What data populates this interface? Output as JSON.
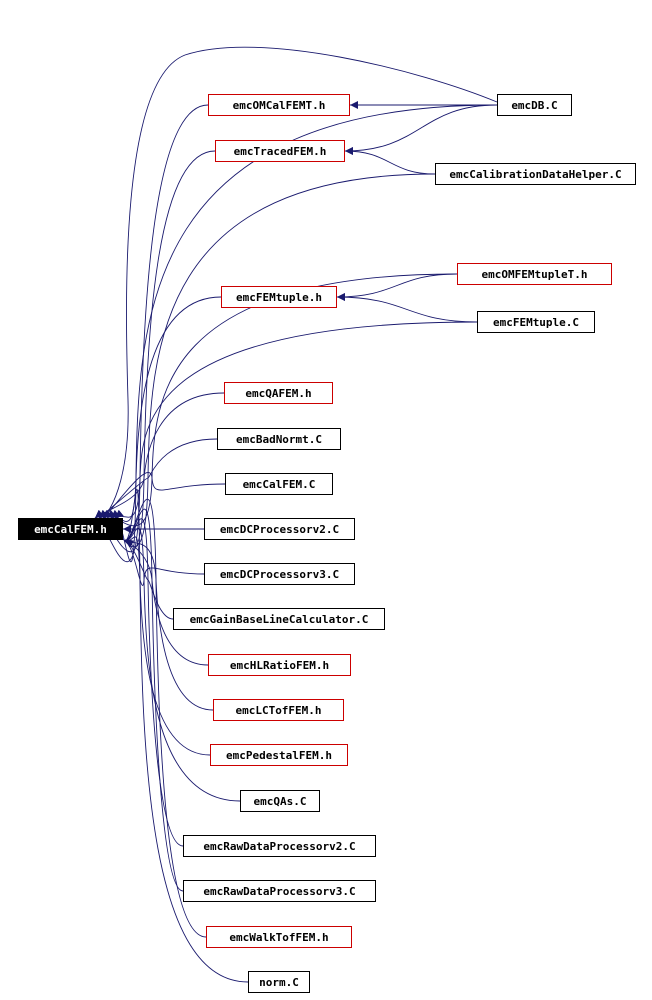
{
  "colors": {
    "edge": "#1a1a6e",
    "box": "#000000",
    "boxRed": "#cc0000",
    "root": "#000000",
    "rootText": "#ffffff"
  },
  "nodes": {
    "emcCalFEM_h": {
      "label": "emcCalFEM.h",
      "kind": "root"
    },
    "emcOMCalFEMT_h": {
      "label": "emcOMCalFEMT.h",
      "kind": "red"
    },
    "emcDB_C": {
      "label": "emcDB.C",
      "kind": "black"
    },
    "emcTracedFEM_h": {
      "label": "emcTracedFEM.h",
      "kind": "red"
    },
    "emcCalibrationDataHelper_C": {
      "label": "emcCalibrationDataHelper.C",
      "kind": "black"
    },
    "emcOMFEMtupleT_h": {
      "label": "emcOMFEMtupleT.h",
      "kind": "red"
    },
    "emcFEMtuple_h": {
      "label": "emcFEMtuple.h",
      "kind": "red"
    },
    "emcFEMtuple_C": {
      "label": "emcFEMtuple.C",
      "kind": "black"
    },
    "emcQAFEM_h": {
      "label": "emcQAFEM.h",
      "kind": "red"
    },
    "emcBadNormt_C": {
      "label": "emcBadNormt.C",
      "kind": "black"
    },
    "emcCalFEM_C": {
      "label": "emcCalFEM.C",
      "kind": "black"
    },
    "emcDCProcessorv2_C": {
      "label": "emcDCProcessorv2.C",
      "kind": "black"
    },
    "emcDCProcessorv3_C": {
      "label": "emcDCProcessorv3.C",
      "kind": "black"
    },
    "emcGainBaseLineCalculator_C": {
      "label": "emcGainBaseLineCalculator.C",
      "kind": "black"
    },
    "emcHLRatioFEM_h": {
      "label": "emcHLRatioFEM.h",
      "kind": "red"
    },
    "emcLCTofFEM_h": {
      "label": "emcLCTofFEM.h",
      "kind": "red"
    },
    "emcPedestalFEM_h": {
      "label": "emcPedestalFEM.h",
      "kind": "red"
    },
    "emcQAs_C": {
      "label": "emcQAs.C",
      "kind": "black"
    },
    "emcRawDataProcessorv2_C": {
      "label": "emcRawDataProcessorv2.C",
      "kind": "black"
    },
    "emcRawDataProcessorv3_C": {
      "label": "emcRawDataProcessorv3.C",
      "kind": "black"
    },
    "emcWalkTofFEM_h": {
      "label": "emcWalkTofFEM.h",
      "kind": "red"
    },
    "norm_C": {
      "label": "norm.C",
      "kind": "black"
    }
  },
  "edges": [
    [
      "emcDB_C",
      "emcOMCalFEMT_h"
    ],
    [
      "emcDB_C",
      "emcTracedFEM_h"
    ],
    [
      "emcCalibrationDataHelper_C",
      "emcTracedFEM_h"
    ],
    [
      "emcOMFEMtupleT_h",
      "emcFEMtuple_h"
    ],
    [
      "emcFEMtuple_C",
      "emcFEMtuple_h"
    ],
    [
      "emcDB_C",
      "emcCalFEM_h"
    ],
    [
      "emcOMCalFEMT_h",
      "emcCalFEM_h"
    ],
    [
      "emcTracedFEM_h",
      "emcCalFEM_h"
    ],
    [
      "emcCalibrationDataHelper_C",
      "emcCalFEM_h"
    ],
    [
      "emcOMFEMtupleT_h",
      "emcCalFEM_h"
    ],
    [
      "emcFEMtuple_h",
      "emcCalFEM_h"
    ],
    [
      "emcFEMtuple_C",
      "emcCalFEM_h"
    ],
    [
      "emcQAFEM_h",
      "emcCalFEM_h"
    ],
    [
      "emcBadNormt_C",
      "emcCalFEM_h"
    ],
    [
      "emcCalFEM_C",
      "emcCalFEM_h"
    ],
    [
      "emcDCProcessorv2_C",
      "emcCalFEM_h"
    ],
    [
      "emcDCProcessorv3_C",
      "emcCalFEM_h"
    ],
    [
      "emcGainBaseLineCalculator_C",
      "emcCalFEM_h"
    ],
    [
      "emcHLRatioFEM_h",
      "emcCalFEM_h"
    ],
    [
      "emcLCTofFEM_h",
      "emcCalFEM_h"
    ],
    [
      "emcPedestalFEM_h",
      "emcCalFEM_h"
    ],
    [
      "emcQAs_C",
      "emcCalFEM_h"
    ],
    [
      "emcRawDataProcessorv2_C",
      "emcCalFEM_h"
    ],
    [
      "emcRawDataProcessorv3_C",
      "emcCalFEM_h"
    ],
    [
      "emcWalkTofFEM_h",
      "emcCalFEM_h"
    ],
    [
      "norm_C",
      "emcCalFEM_h"
    ]
  ]
}
